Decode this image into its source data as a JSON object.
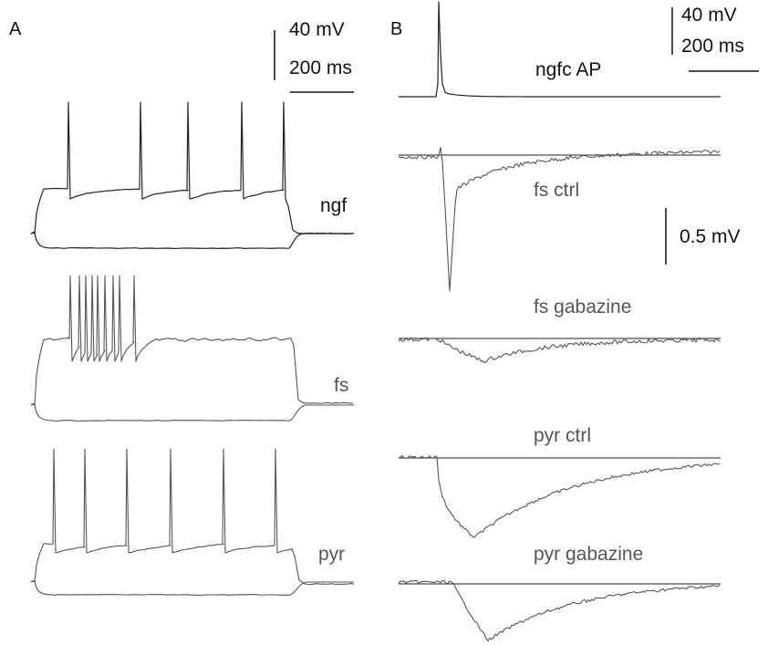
{
  "panel_a": {
    "label": "A",
    "scale_voltage": "40 mV",
    "scale_time": "200 ms",
    "traces": [
      {
        "name": "ngf",
        "color": "#222222"
      },
      {
        "name": "fs",
        "color": "#555555"
      },
      {
        "name": "pyr",
        "color": "#555555"
      }
    ]
  },
  "panel_b": {
    "label": "B",
    "scale_voltage": "40 mV",
    "scale_time": "200 ms",
    "scale_psp": "0.5 mV",
    "traces": [
      {
        "name": "ngfc AP",
        "color": "#222222"
      },
      {
        "name": "fs ctrl",
        "color": "#555555"
      },
      {
        "name": "fs gabazine",
        "color": "#555555"
      },
      {
        "name": "pyr ctrl",
        "color": "#555555"
      },
      {
        "name": "pyr gabazine",
        "color": "#555555"
      }
    ]
  }
}
